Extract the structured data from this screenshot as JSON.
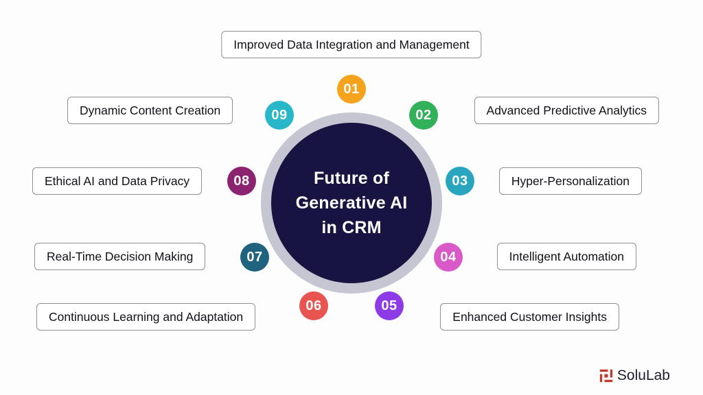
{
  "center": {
    "line1": "Future of",
    "line2": "Generative AI",
    "line3": "in CRM",
    "circle_color": "#171441",
    "ring_color": "#C6C5D2"
  },
  "items": [
    {
      "num": "01",
      "label": "Improved Data Integration and Management",
      "color": "#F5A31C"
    },
    {
      "num": "02",
      "label": "Advanced Predictive Analytics",
      "color": "#33B05A"
    },
    {
      "num": "03",
      "label": "Hyper-Personalization",
      "color": "#2AA5BF"
    },
    {
      "num": "04",
      "label": "Intelligent Automation",
      "color": "#D959C9"
    },
    {
      "num": "05",
      "label": "Enhanced Customer Insights",
      "color": "#8D3BE6"
    },
    {
      "num": "06",
      "label": "Continuous Learning and Adaptation",
      "color": "#E85450"
    },
    {
      "num": "07",
      "label": "Real-Time Decision Making",
      "color": "#1F637F"
    },
    {
      "num": "08",
      "label": "Ethical AI and Data Privacy",
      "color": "#8B2371"
    },
    {
      "num": "09",
      "label": "Dynamic Content Creation",
      "color": "#27B7C9"
    }
  ],
  "brand": {
    "name": "SoluLab",
    "logo_color": "#C23A2E"
  }
}
